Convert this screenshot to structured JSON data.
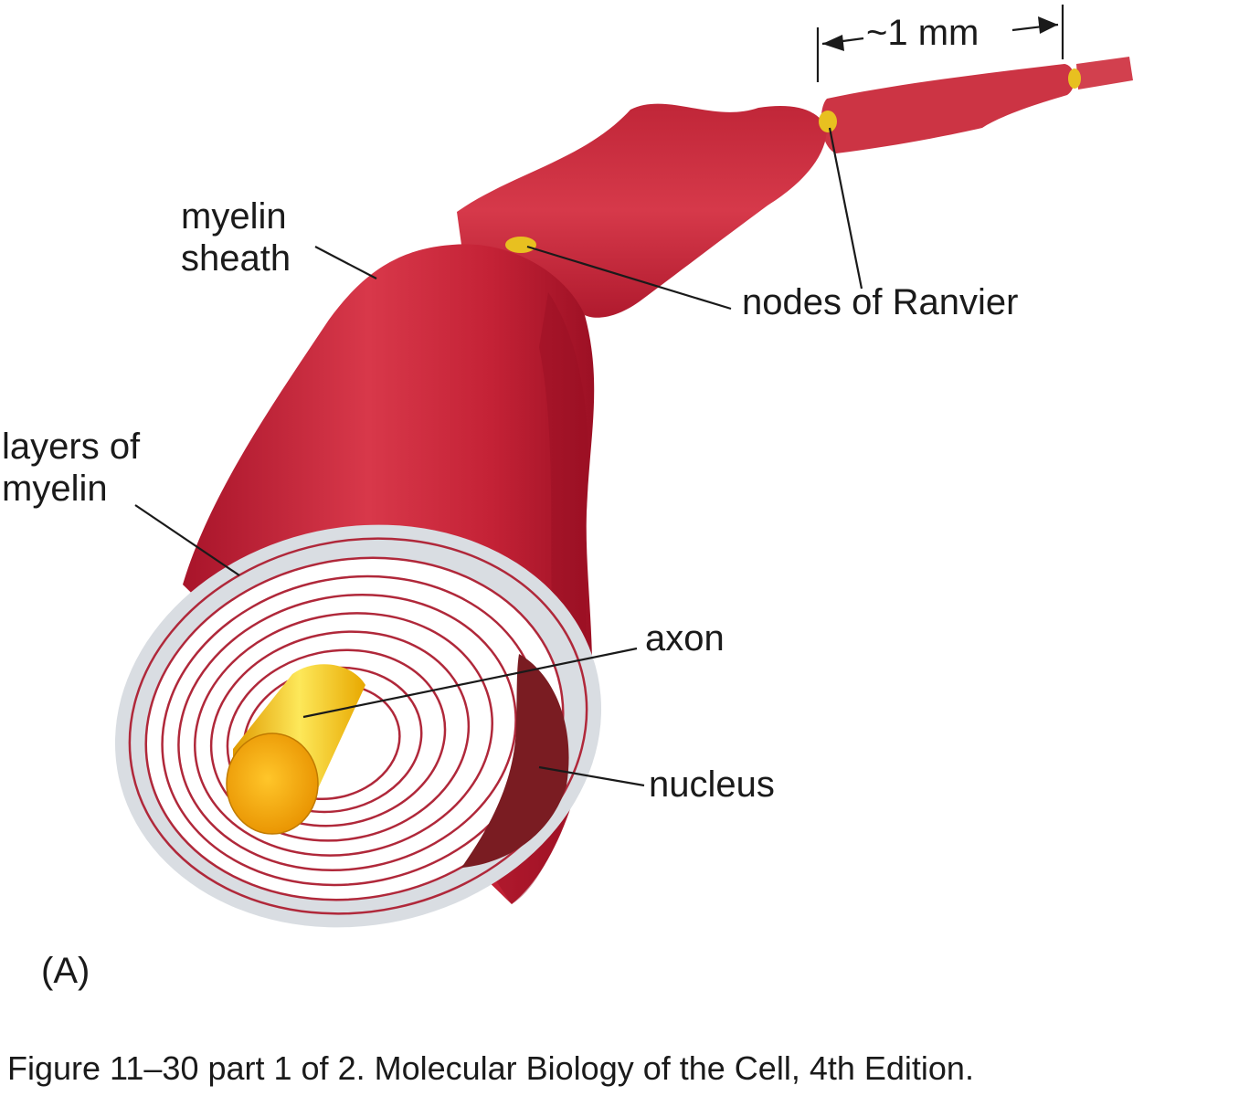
{
  "labels": {
    "scale": "~1 mm",
    "myelin_sheath": "myelin\nsheath",
    "nodes_of_ranvier": "nodes of Ranvier",
    "layers_of_myelin": "layers of\nmyelin",
    "axon": "axon",
    "nucleus": "nucleus",
    "panel": "(A)"
  },
  "caption": "Figure 11–30 part 1 of 2. Molecular Biology of the Cell, 4th Edition.",
  "colors": {
    "sheath": "#c81e32",
    "sheath_dark": "#8e1020",
    "layers_bg": "#d9dde2",
    "layer_line": "#b0283a",
    "axon": "#f2b20a",
    "nucleus": "#7a1c22",
    "node": "#e8c020"
  }
}
